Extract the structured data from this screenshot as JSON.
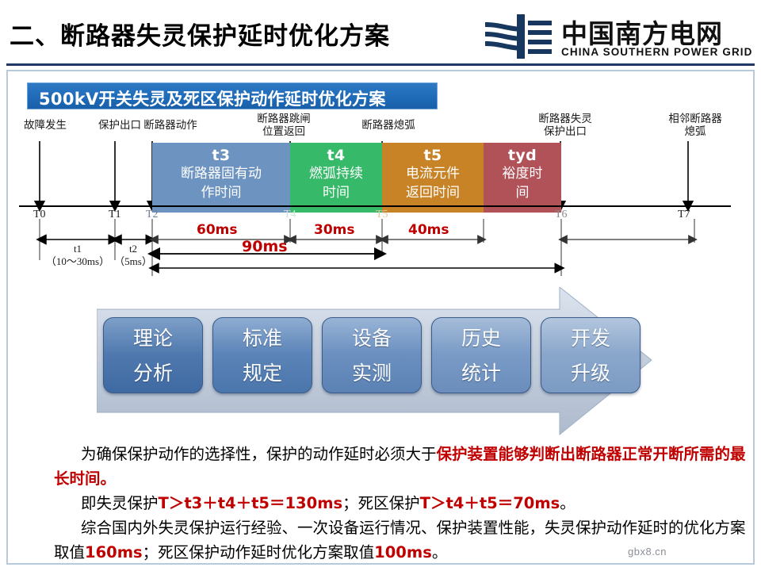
{
  "header": {
    "title": "二、断路器失灵保护延时优化方案",
    "logo_cn": "中国南方电网",
    "logo_en": "CHINA SOUTHERN POWER GRID",
    "rule_color": "#1f3864"
  },
  "banner": {
    "label": "500kV开关失灵及死区保护动作延时优化方案",
    "color": "#1f6bb8"
  },
  "timeline": {
    "tick_labels": [
      "T0",
      "T1",
      "T2",
      "T3",
      "T4",
      "T5",
      "T6",
      "T7"
    ],
    "event_labels": [
      {
        "text": "故障发生",
        "tick": "T0"
      },
      {
        "text": "保护出口",
        "tick": "T1"
      },
      {
        "text": "断路器动作",
        "tick": "T2"
      },
      {
        "text": "断路器跳闸\n位置返回",
        "line1": "断路器跳闸",
        "line2": "位置返回",
        "tick": "T4"
      },
      {
        "text": "断路器熄弧",
        "tick": "T5"
      },
      {
        "text": "断路器失灵\n保护出口",
        "line1": "断路器失灵",
        "line2": "保护出口",
        "tick": "T6"
      },
      {
        "text": "相邻断路器\n熄弧",
        "line1": "相邻断路器",
        "line2": "熄弧",
        "tick": "T7"
      }
    ],
    "blocks": [
      {
        "code": "t3",
        "desc_line1": "断路器固有动",
        "desc_line2": "作时间",
        "color": "#6d93c0"
      },
      {
        "code": "t4",
        "desc_line1": "燃弧持续",
        "desc_line2": "时间",
        "color": "#37b96a"
      },
      {
        "code": "t5",
        "desc_line1": "电流元件",
        "desc_line2": "返回时间",
        "color": "#c98327"
      },
      {
        "code": "tyd",
        "desc_line1": "裕度时",
        "desc_line2": "间",
        "color": "#b15259"
      }
    ],
    "intervals": [
      {
        "label": "t1",
        "sub": "（10～30ms）"
      },
      {
        "label": "t2",
        "sub": "（5ms）"
      }
    ],
    "durations": [
      {
        "value": "60ms",
        "color": "#c00000"
      },
      {
        "value": "30ms",
        "color": "#c00000"
      },
      {
        "value": "40ms",
        "color": "#c00000"
      },
      {
        "value": "90ms",
        "color": "#c00000"
      }
    ]
  },
  "process": {
    "boxes": [
      {
        "line1": "理论",
        "line2": "分析"
      },
      {
        "line1": "标准",
        "line2": "规定"
      },
      {
        "line1": "设备",
        "line2": "实测"
      },
      {
        "line1": "历史",
        "line2": "统计"
      },
      {
        "line1": "开发",
        "line2": "升级"
      }
    ],
    "arrow_color": "#c5cfdd"
  },
  "body": {
    "p1_a": "为确保保护动作的选择性，保护的动作延时必须大于",
    "p1_hl": "保护装置能够判断出断路器正常开断所需的最长时间。",
    "p2_a": "即失灵保护",
    "p2_hl1": "T＞t3＋t4＋t5＝130ms",
    "p2_b": "；死区保护",
    "p2_hl2": "T＞t4＋t5＝70ms",
    "p2_c": "。",
    "p3_a": "综合国内外失灵保护运行经验、一次设备运行情况、保护装置性能，失灵保护动作延时的优化方案取值",
    "p3_hl1": "160ms",
    "p3_b": "；死区保护动作延时优化方案取值",
    "p3_hl2": "100ms",
    "p3_c": "。"
  },
  "watermark": {
    "text": "gbx8.cn"
  }
}
